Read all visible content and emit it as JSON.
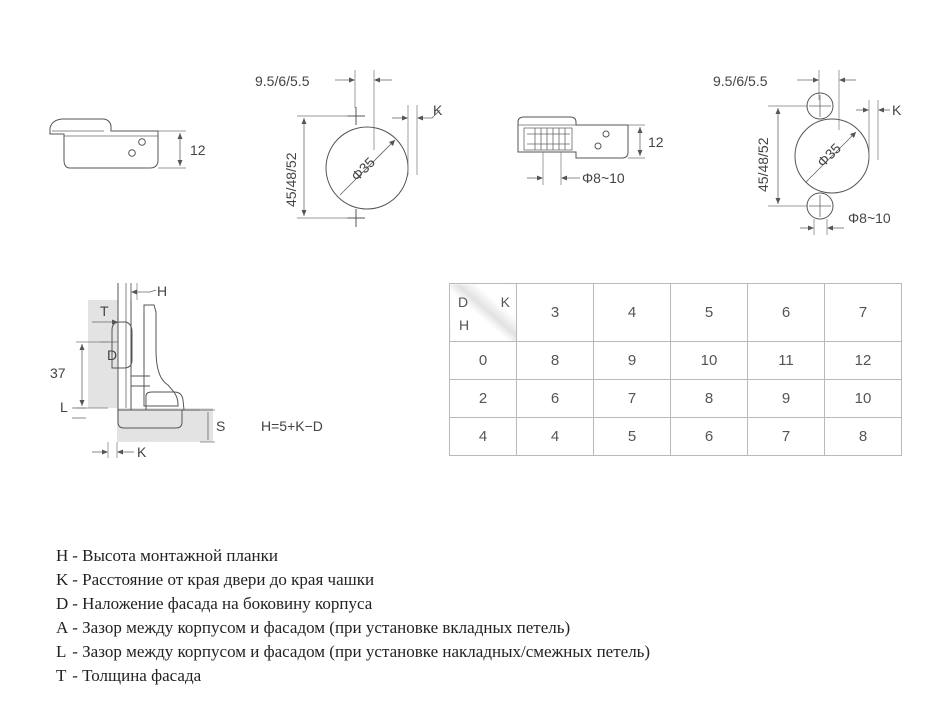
{
  "diagram": {
    "dims": {
      "height_12_left": "12",
      "offset_top_mid": "9.5/6/5.5",
      "k_mid": "K",
      "vertical_mid": "45/48/52",
      "cup_mid": "Φ35",
      "height_12_right": "12",
      "hole_right": "Φ8~10",
      "offset_top_far": "9.5/6/5.5",
      "k_far": "K",
      "vertical_far": "45/48/52",
      "cup_far": "Φ35",
      "hole_far": "Φ8~10"
    },
    "section": {
      "h": "H",
      "t": "T",
      "d": "D",
      "h37": "37",
      "l": "L",
      "s": "S",
      "k": "K",
      "formula": "H=5+K−D"
    }
  },
  "table": {
    "corner": {
      "d": "D",
      "k": "K",
      "h": "H"
    },
    "k_values": [
      "3",
      "4",
      "5",
      "6",
      "7"
    ],
    "rows": [
      {
        "h": "0",
        "values": [
          "8",
          "9",
          "10",
          "11",
          "12"
        ]
      },
      {
        "h": "2",
        "values": [
          "6",
          "7",
          "8",
          "9",
          "10"
        ]
      },
      {
        "h": "4",
        "values": [
          "4",
          "5",
          "6",
          "7",
          "8"
        ]
      }
    ]
  },
  "legend": [
    {
      "symbol": "H",
      "text": " - Высота монтажной планки"
    },
    {
      "symbol": "K",
      "text": " - Расстояние от края двери до края чашки"
    },
    {
      "symbol": "D",
      "text": " - Наложение фасада на боковину корпуса"
    },
    {
      "symbol": "A",
      "text": " - Зазор между корпусом и фасадом (при установке вкладных петель)"
    },
    {
      "symbol": "L",
      "text": " - Зазор между корпусом и фасадом (при установке накладных/смежных петель)"
    },
    {
      "symbol": "T",
      "text": " - Толщина фасада"
    }
  ]
}
